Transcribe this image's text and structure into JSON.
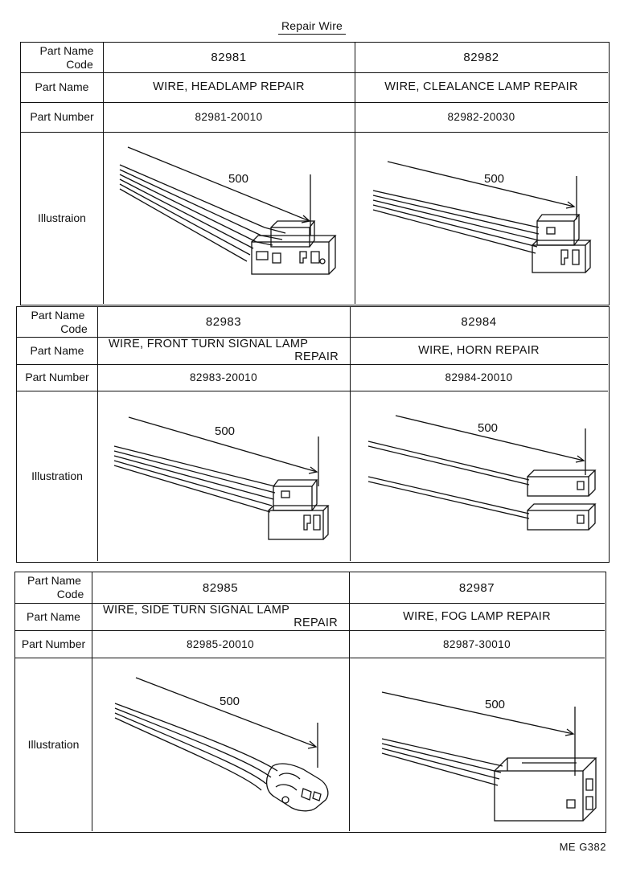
{
  "title": "Repair Wire",
  "labels": {
    "code_line1": "Part Name",
    "code_line2": "Code",
    "part_name": "Part Name",
    "part_number": "Part Number",
    "illustration_1": "Illustraion",
    "illustration_2": "Illustration",
    "illustration_3": "Illustration"
  },
  "parts": [
    {
      "code": "82981",
      "name": "WIRE, HEADLAMP REPAIR",
      "number": "82981-20010",
      "dimension": "500"
    },
    {
      "code": "82982",
      "name": "WIRE, CLEALANCE LAMP REPAIR",
      "number": "82982-20030",
      "dimension": "500"
    },
    {
      "code": "82983",
      "name_l1": "WIRE, FRONT TURN SIGNAL LAMP",
      "name_l2": "REPAIR",
      "number": "82983-20010",
      "dimension": "500"
    },
    {
      "code": "82984",
      "name": "WIRE, HORN REPAIR",
      "number": "82984-20010",
      "dimension": "500"
    },
    {
      "code": "82985",
      "name_l1": "WIRE, SIDE TURN SIGNAL LAMP",
      "name_l2": "REPAIR",
      "number": "82985-20010",
      "dimension": "500"
    },
    {
      "code": "82987",
      "name": "WIRE, FOG LAMP REPAIR",
      "number": "82987-30010",
      "dimension": "500"
    }
  ],
  "footer": "ME G382"
}
